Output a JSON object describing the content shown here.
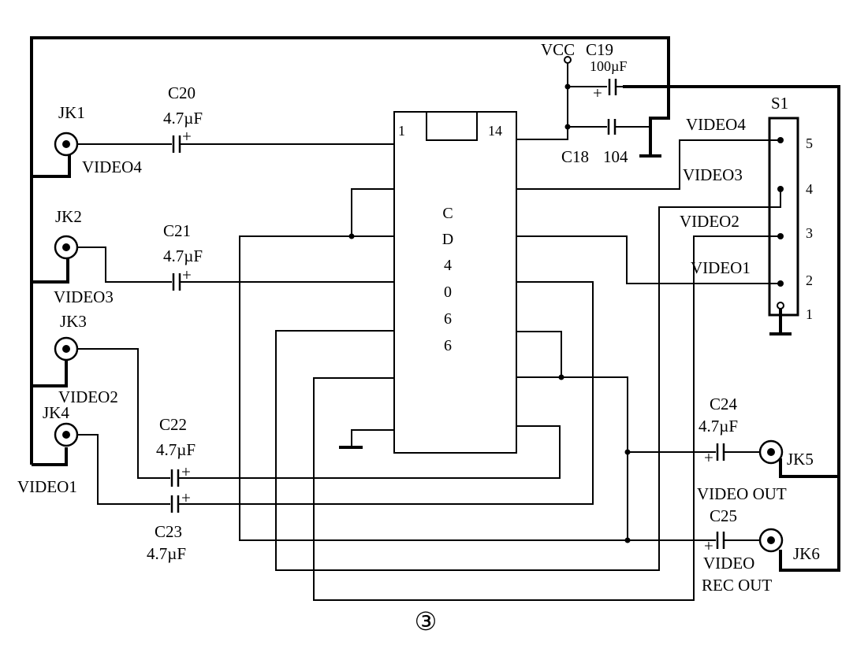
{
  "ic": {
    "chars": [
      "C",
      "D",
      "4",
      "0",
      "6",
      "6"
    ],
    "pin_left": "1",
    "pin_right": "14"
  },
  "vcc": "VCC",
  "capacitors": {
    "c18": {
      "name": "C18",
      "value": "104"
    },
    "c19": {
      "name": "C19",
      "value": "100µF"
    },
    "c20": {
      "name": "C20",
      "value": "4.7µF"
    },
    "c21": {
      "name": "C21",
      "value": "4.7µF"
    },
    "c22": {
      "name": "C22",
      "value": "4.7µF"
    },
    "c23": {
      "name": "C23",
      "value": "4.7µF"
    },
    "c24": {
      "name": "C24",
      "value": "4.7µF"
    },
    "c25": {
      "name": "C25",
      "value": "4.7µF"
    }
  },
  "polarity": "+",
  "jacks": {
    "jk1": {
      "name": "JK1",
      "signal": "VIDEO4"
    },
    "jk2": {
      "name": "JK2",
      "signal": "VIDEO3"
    },
    "jk3": {
      "name": "JK3",
      "signal": "VIDEO2"
    },
    "jk4": {
      "name": "JK4",
      "signal": "VIDEO1"
    },
    "jk5": {
      "name": "JK5",
      "signal": "VIDEO OUT"
    },
    "jk6": {
      "name": "JK6",
      "signal_line1": "VIDEO",
      "signal_line2": "REC OUT"
    }
  },
  "switch": {
    "name": "S1",
    "positions": [
      {
        "number": "5",
        "label": "VIDEO4"
      },
      {
        "number": "4",
        "label": "VIDEO3"
      },
      {
        "number": "3",
        "label": "VIDEO2"
      },
      {
        "number": "2",
        "label": "VIDEO1"
      },
      {
        "number": "1",
        "label": ""
      }
    ]
  },
  "figure_number": "③"
}
